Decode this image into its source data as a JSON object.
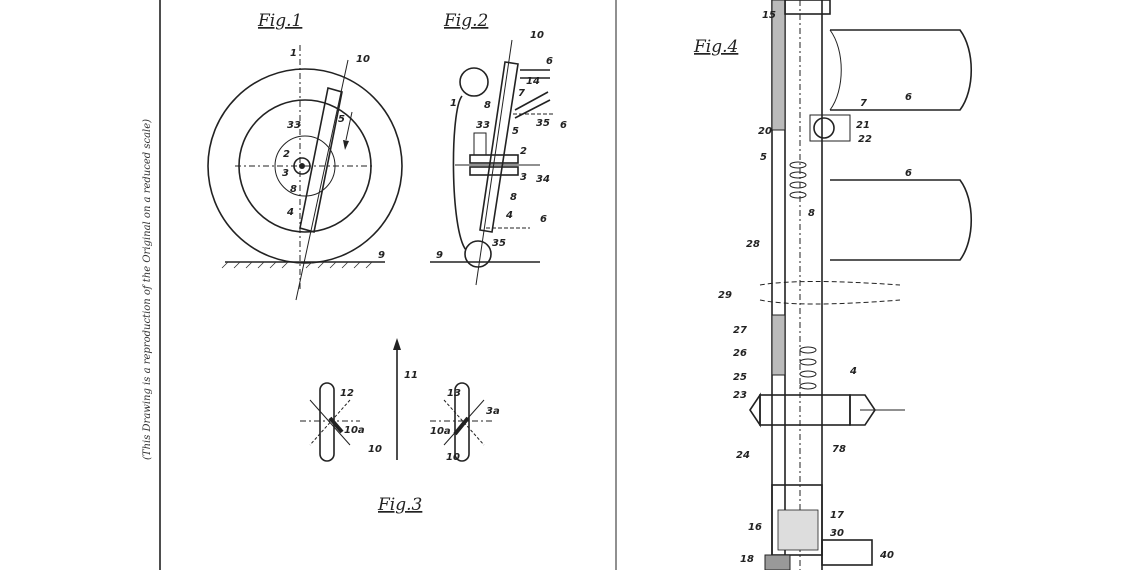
{
  "note": "(This Drawing is a reproduction of the Original on a reduced scale)",
  "figures": {
    "fig1": {
      "title": "Fig.1",
      "labels": [
        "1",
        "10",
        "5",
        "33",
        "2",
        "3",
        "8",
        "4",
        "9"
      ]
    },
    "fig2": {
      "title": "Fig.2",
      "labels": [
        "10",
        "6",
        "14",
        "7",
        "8",
        "1",
        "35",
        "6",
        "33",
        "5",
        "2",
        "34",
        "3",
        "8",
        "4",
        "6",
        "35",
        "9"
      ]
    },
    "fig3": {
      "title": "Fig.3",
      "labels": [
        "11",
        "12",
        "10a",
        "10",
        "13",
        "3a",
        "10a",
        "10"
      ]
    },
    "fig4": {
      "title": "Fig.4",
      "labels": [
        "15",
        "6",
        "7",
        "21",
        "20",
        "22",
        "5",
        "6",
        "8",
        "28",
        "29",
        "27",
        "26",
        "25",
        "4",
        "23",
        "24",
        "78",
        "17",
        "16",
        "30",
        "18",
        "40"
      ]
    }
  }
}
